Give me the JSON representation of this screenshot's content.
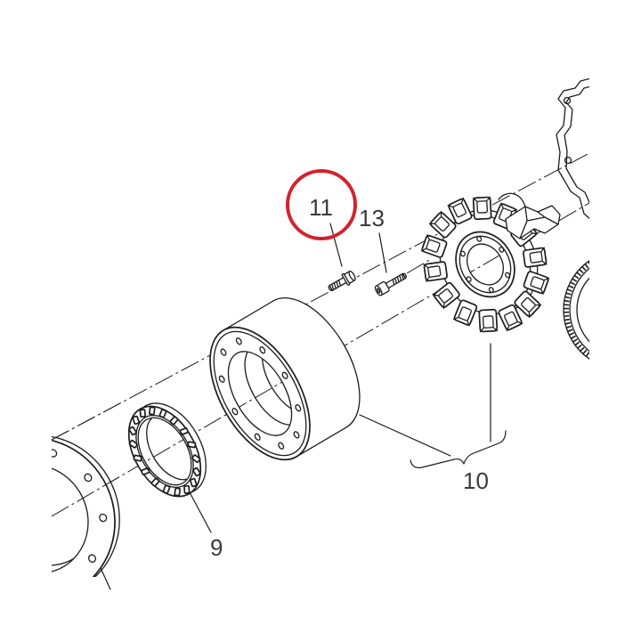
{
  "diagram": {
    "callouts": {
      "part_9": "9",
      "part_10": "10",
      "part_11": "11",
      "part_13": "13"
    },
    "colors": {
      "highlight": "#d3222e",
      "line": "#1c1c1c",
      "label": "#3a3a3a",
      "background": "#ffffff"
    }
  }
}
